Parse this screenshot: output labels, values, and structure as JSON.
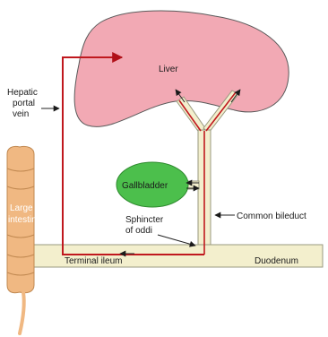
{
  "diagram": {
    "labels": {
      "liver": "Liver",
      "hepatic_portal_vein": [
        "Hepatic",
        "portal",
        "vein"
      ],
      "large_intestine": [
        "Large",
        "intestine"
      ],
      "gallbladder": "Gallbladder",
      "sphincter_of_oddi": [
        "Sphincter",
        "of oddi"
      ],
      "common_bileduct": "Common bileduct",
      "terminal_ileum": "Terminal ileum",
      "duodenum": "Duodenum"
    },
    "colors": {
      "liver_fill": "#f2a9b4",
      "liver_stroke": "#5a5a5a",
      "duct_fill": "#f3efcd",
      "duct_stroke": "#9a9a80",
      "portal_vein": "#c0181e",
      "gallbladder_fill": "#4cbf4c",
      "intestine_fill": "#f0b882",
      "intestine_stroke": "#c08850",
      "leader_line": "#222222"
    }
  }
}
